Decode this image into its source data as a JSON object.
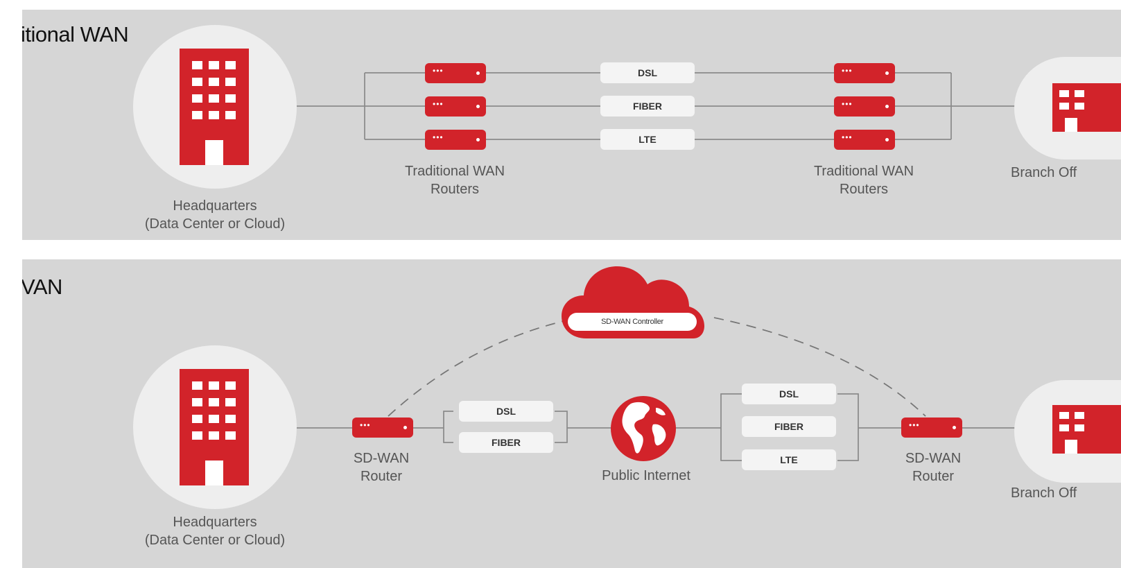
{
  "top": {
    "title": "itional WAN",
    "headquarters": {
      "line1": "Headquarters",
      "line2": "(Data Center or Cloud)"
    },
    "routers_left": {
      "line1": "Traditional  WAN",
      "line2": "Routers"
    },
    "routers_right": {
      "line1": "Traditional  WAN",
      "line2": "Routers"
    },
    "links": [
      "DSL",
      "FIBER",
      "LTE"
    ],
    "branch": "Branch Off"
  },
  "bottom": {
    "title": "VAN",
    "headquarters": {
      "line1": "Headquarters",
      "line2": "(Data Center or Cloud)"
    },
    "router_left": {
      "line1": "SD-WAN",
      "line2": "Router"
    },
    "router_right": {
      "line1": "SD-WAN",
      "line2": "Router"
    },
    "links_left": [
      "DSL",
      "FIBER"
    ],
    "links_right": [
      "DSL",
      "FIBER",
      "LTE"
    ],
    "internet": "Public Internet",
    "controller": "SD-WAN Controller",
    "branch": "Branch Off"
  },
  "colors": {
    "accent": "#d2232a",
    "panel": "#d6d6d6",
    "circle": "#eeeeee",
    "pill": "#f4f4f4"
  }
}
